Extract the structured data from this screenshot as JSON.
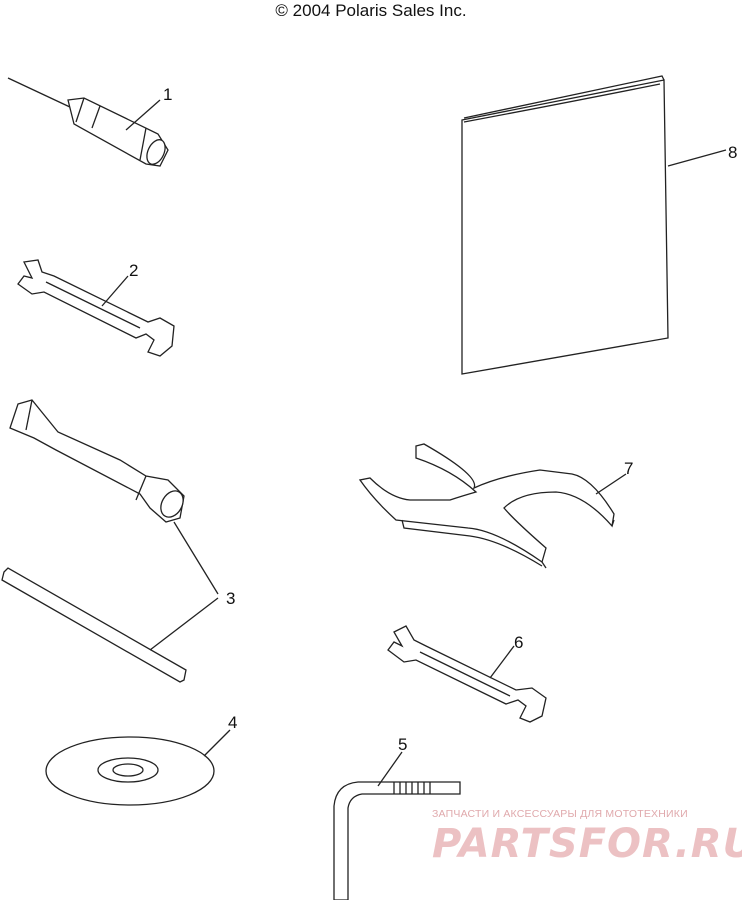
{
  "copyright": "© 2004 Polaris Sales Inc.",
  "callouts": [
    "1",
    "2",
    "3",
    "4",
    "5",
    "6",
    "7",
    "8"
  ],
  "watermark": {
    "tagline": "ЗАПЧАСТИ И АКСЕССУАРЫ ДЛЯ МОТОТЕХНИКИ",
    "logo": "PARTSFOR.RU",
    "color": "#e8b5b8"
  },
  "colors": {
    "line": "#222222",
    "background": "#ffffff"
  }
}
